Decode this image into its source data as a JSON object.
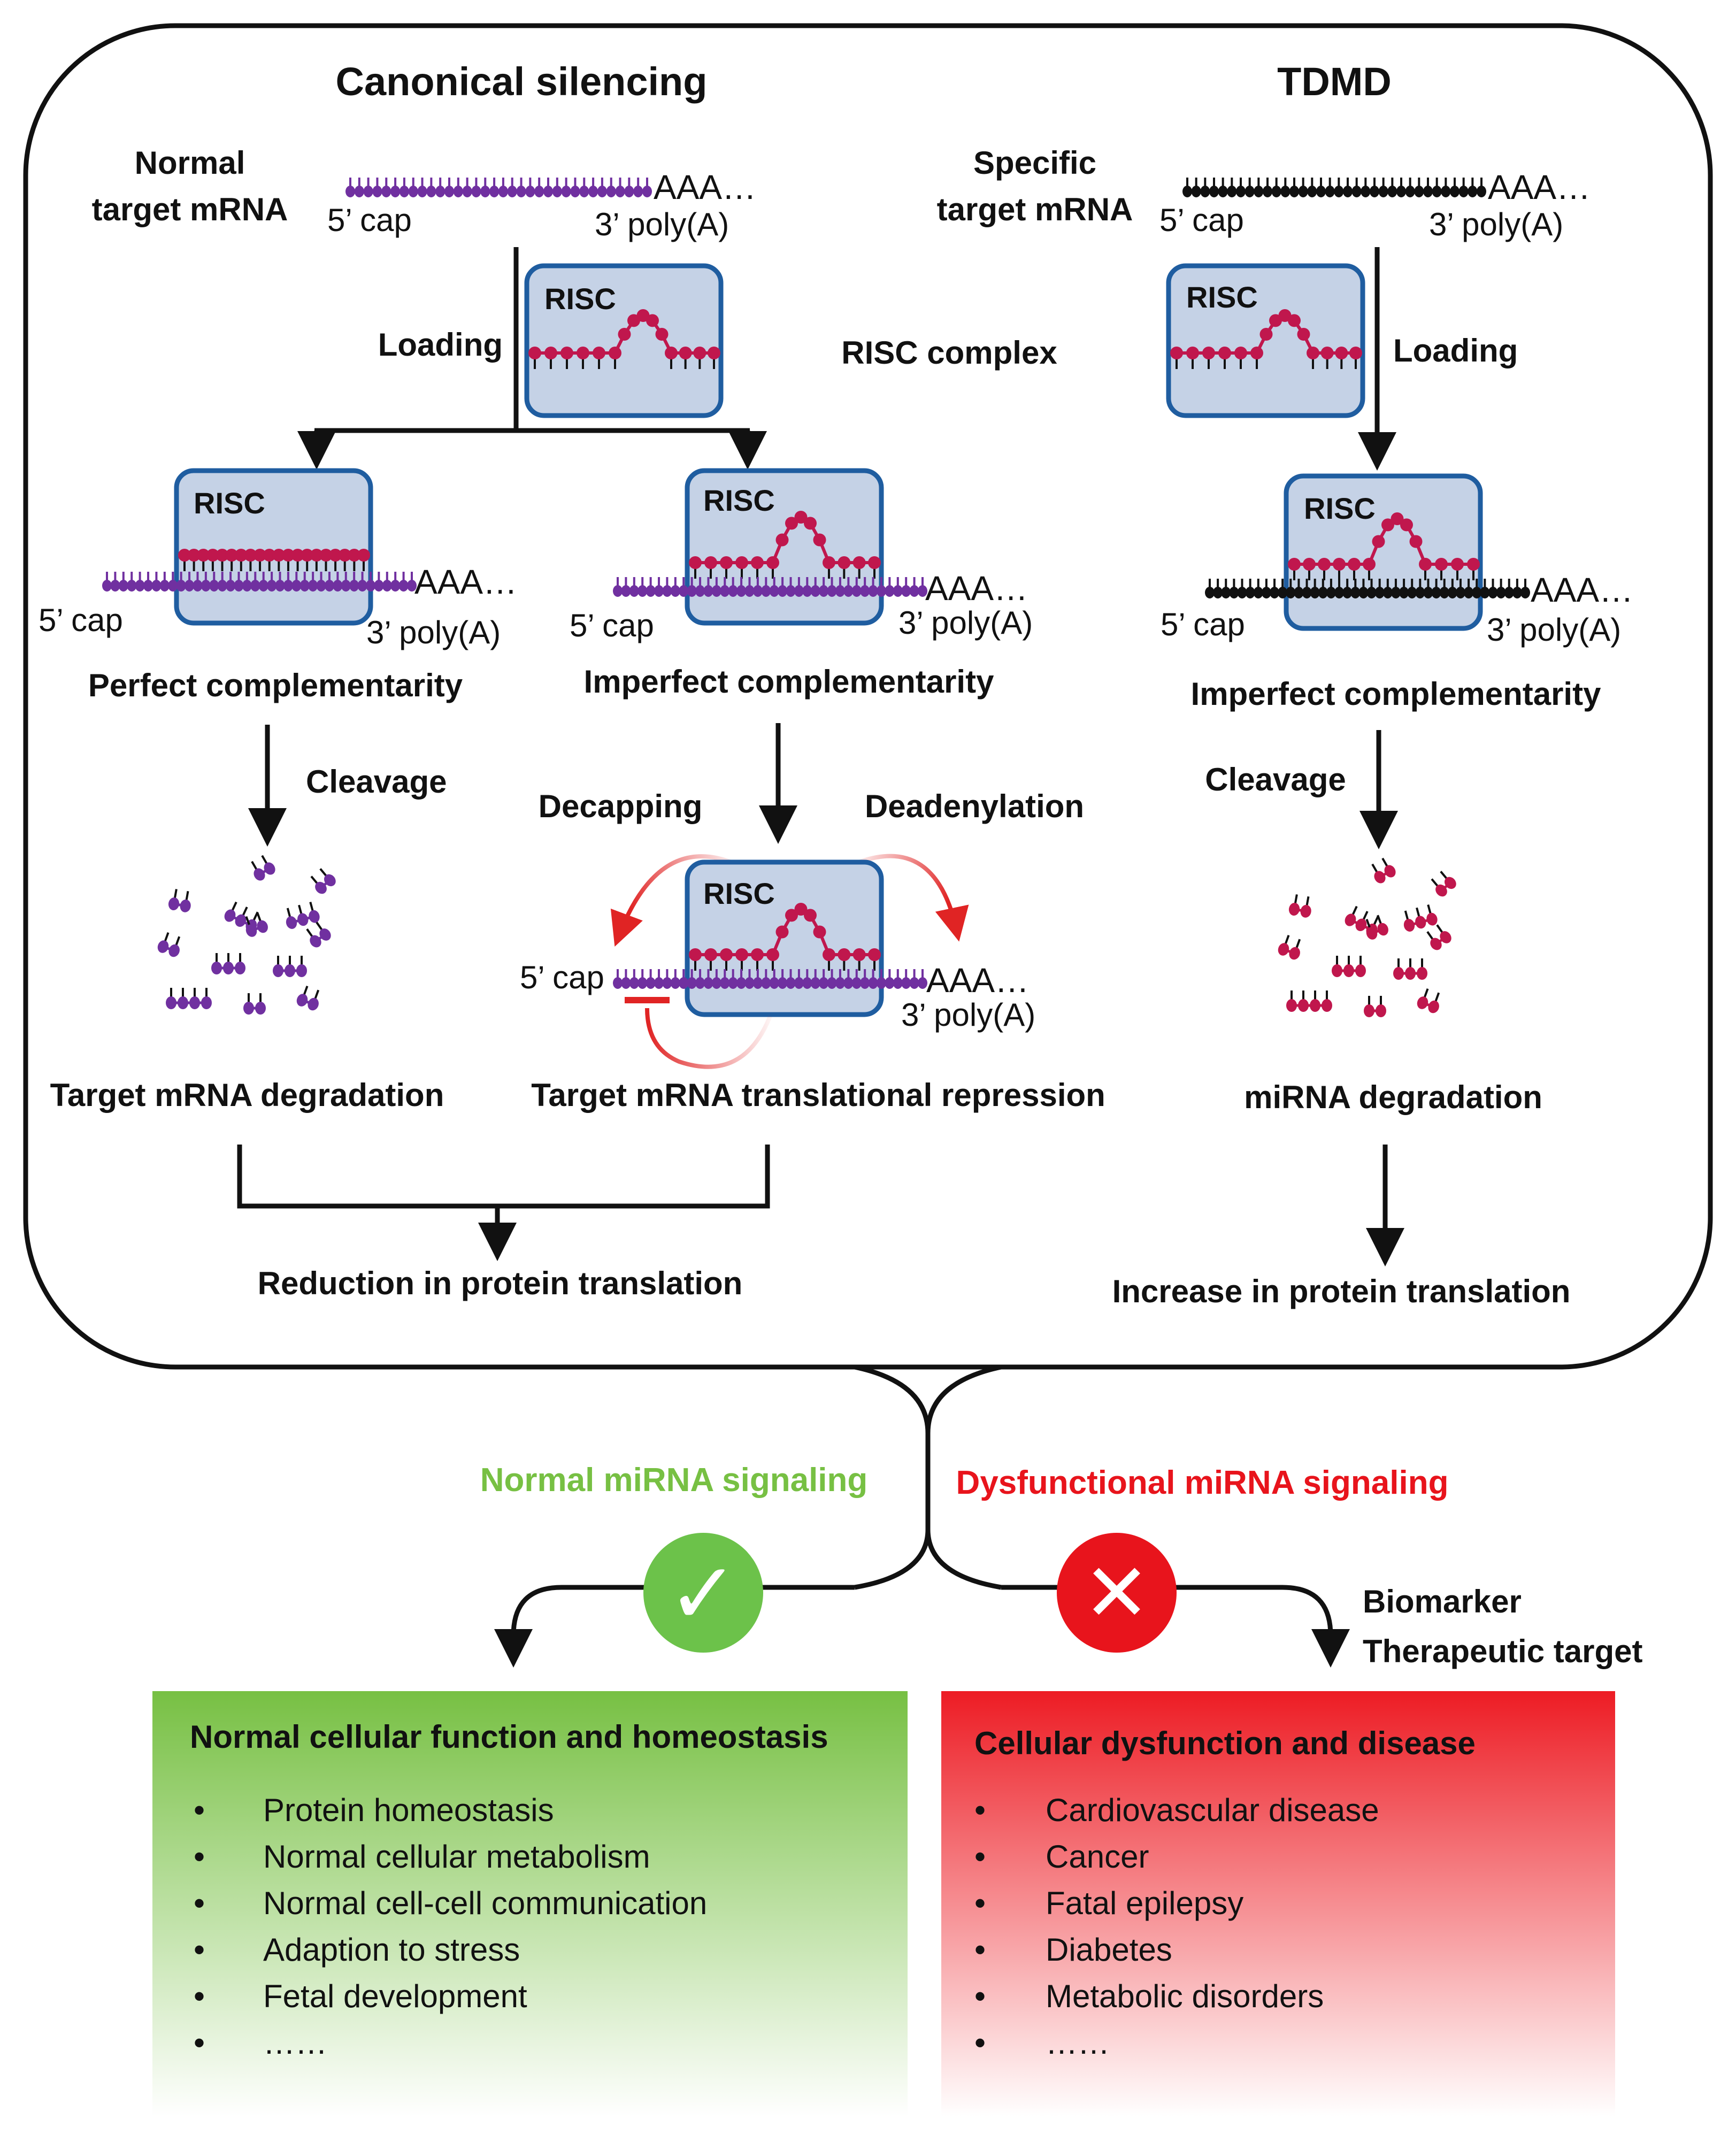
{
  "canonical": {
    "title": "Canonical silencing",
    "target_label_1": "Normal",
    "target_label_2": "target mRNA",
    "loading": "Loading",
    "risc_complex": "RISC complex",
    "perfect": "Perfect complementarity",
    "imperfect": "Imperfect complementarity",
    "cleavage": "Cleavage",
    "decapping": "Decapping",
    "deadenylation": "Deadenylation",
    "degradation": "Target mRNA degradation",
    "repression": "Target mRNA translational repression",
    "reduction": "Reduction in protein translation"
  },
  "tdmd": {
    "title": "TDMD",
    "target_label_1": "Specific",
    "target_label_2": "target mRNA",
    "loading": "Loading",
    "imperfect": "Imperfect complementarity",
    "cleavage": "Cleavage",
    "degradation": "miRNA degradation",
    "increase": "Increase in protein translation"
  },
  "mrna": {
    "cap": "5’ cap",
    "polya": "3’ poly(A)",
    "tail": "AAA…"
  },
  "risc_label": "RISC",
  "signaling": {
    "normal": "Normal  miRNA signaling",
    "dysfunctional": "Dysfunctional miRNA signaling",
    "check_glyph": "✓",
    "cross_glyph": "✕",
    "biomarker": "Biomarker",
    "therapeutic": "Therapeutic target"
  },
  "normal_box": {
    "title": "Normal cellular function and homeostasis",
    "items": [
      "Protein homeostasis",
      "Normal cellular metabolism",
      "Normal cell-cell communication",
      "Adaption to stress",
      "Fetal development",
      "……"
    ]
  },
  "disease_box": {
    "title": "Cellular dysfunction and disease",
    "items": [
      "Cardiovascular disease",
      "Cancer",
      "Fatal epilepsy",
      "Diabetes",
      "Metabolic disorders",
      "……"
    ]
  },
  "bullet": "•",
  "colors": {
    "mrna_purple": "#7030a0",
    "mirna_red": "#c0174d",
    "mrna_black": "#111111",
    "risc_fill": "#c5d2e6",
    "risc_stroke": "#1f5da0",
    "arrow_red": "#e02424",
    "normal_green": "#77c043",
    "check_green": "#6cc24a",
    "cross_red": "#e8141c",
    "disease_red": "#ed1c24"
  }
}
